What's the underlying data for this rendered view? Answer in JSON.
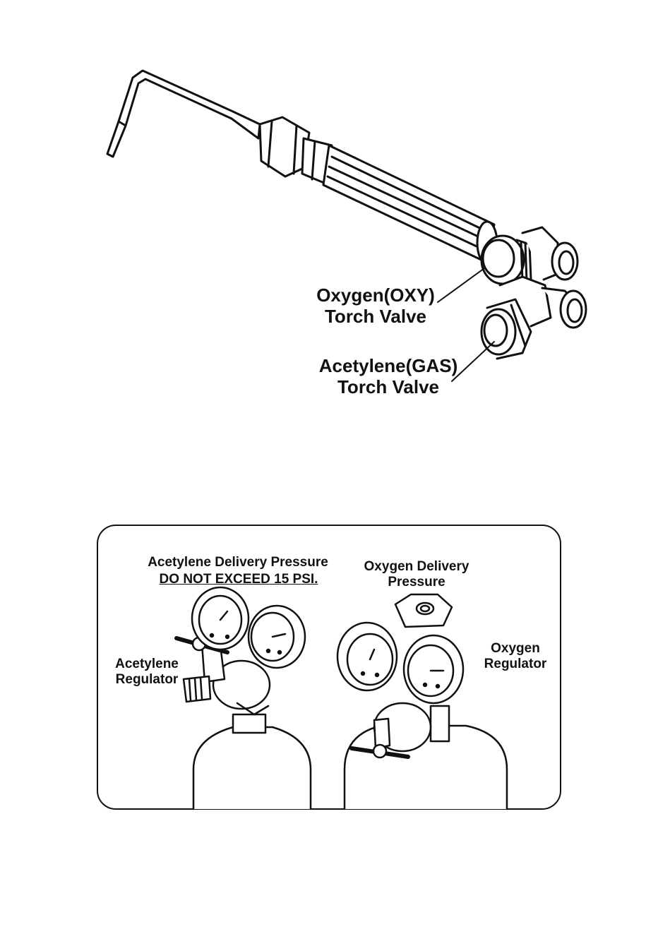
{
  "torch_diagram": {
    "oxy_valve_label": [
      "Oxygen(OXY)",
      "Torch Valve"
    ],
    "gas_valve_label": [
      "Acetylene(GAS)",
      "Torch Valve"
    ]
  },
  "regulator_diagram": {
    "acetylene_pressure_title": "Acetylene Delivery Pressure",
    "acetylene_pressure_warning": "DO NOT EXCEED 15 PSI.",
    "oxygen_pressure_title": [
      "Oxygen Delivery",
      "Pressure"
    ],
    "acetylene_regulator_label": [
      "Acetylene",
      "Regulator"
    ],
    "oxygen_regulator_label": [
      "Oxygen",
      "Regulator"
    ]
  }
}
